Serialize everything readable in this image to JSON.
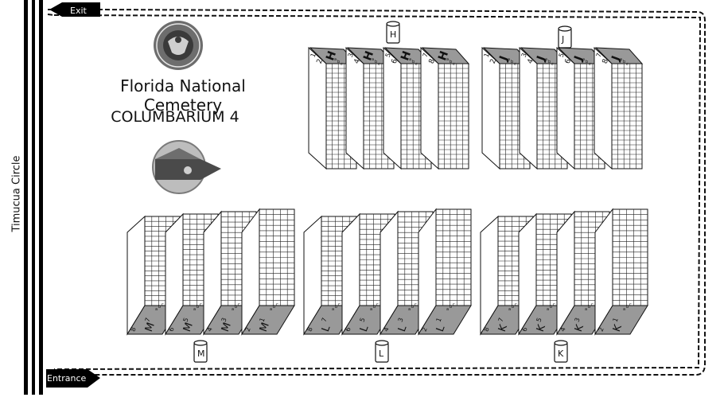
{
  "title": "Florida National Cemetery",
  "subtitle": "COLUMBARIUM 4",
  "road_label": "Timucua Circle",
  "exit_label": "Exit",
  "entrance_label": "Entrance",
  "top_groups": [
    {
      "letter": "H",
      "units": [
        {
          "top": "1",
          "bottom": "2",
          "letter": "H"
        },
        {
          "top": "3",
          "bottom": "4",
          "letter": "H"
        },
        {
          "top": "5",
          "bottom": "6",
          "letter": "H"
        },
        {
          "top": "7",
          "bottom": "8",
          "letter": "H"
        }
      ]
    },
    {
      "letter": "J",
      "units": [
        {
          "top": "1",
          "bottom": "2",
          "letter": "J"
        },
        {
          "top": "3",
          "bottom": "4",
          "letter": "J"
        },
        {
          "top": "5",
          "bottom": "6",
          "letter": "J"
        },
        {
          "top": "7",
          "bottom": "8",
          "letter": "J"
        }
      ]
    }
  ],
  "bottom_groups": [
    {
      "letter": "M",
      "units": [
        {
          "a": "8",
          "b": "7",
          "letter": "M"
        },
        {
          "a": "6",
          "b": "5",
          "letter": "M"
        },
        {
          "a": "4",
          "b": "3",
          "letter": "M"
        },
        {
          "a": "2",
          "b": "1",
          "letter": "M"
        }
      ]
    },
    {
      "letter": "L",
      "units": [
        {
          "a": "8",
          "b": "7",
          "letter": "L"
        },
        {
          "a": "6",
          "b": "5",
          "letter": "L"
        },
        {
          "a": "4",
          "b": "3",
          "letter": "L"
        },
        {
          "a": "2",
          "b": "1",
          "letter": "L"
        }
      ]
    },
    {
      "letter": "K",
      "units": [
        {
          "a": "8",
          "b": "7",
          "letter": "K"
        },
        {
          "a": "6",
          "b": "5",
          "letter": "K"
        },
        {
          "a": "4",
          "b": "3",
          "letter": "K"
        },
        {
          "a": "2",
          "b": "1",
          "letter": "K"
        }
      ]
    }
  ],
  "face_letters": [
    "a",
    "b",
    "c"
  ],
  "colors": {
    "roof": "#999999",
    "line": "#111111",
    "seal": "#6d6d6d"
  }
}
